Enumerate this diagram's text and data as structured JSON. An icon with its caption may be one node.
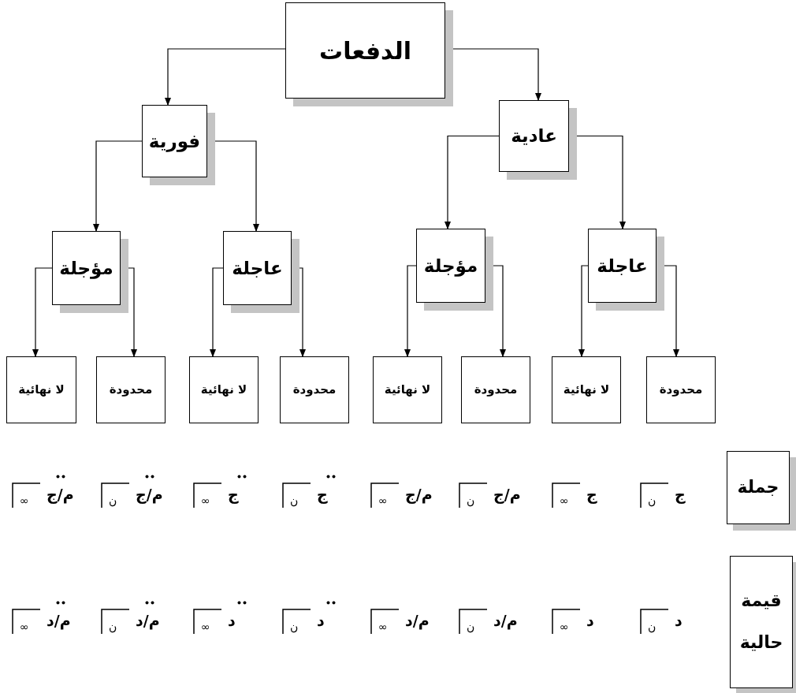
{
  "diagram": {
    "nodes": [
      {
        "text": [
          "الدفعات"
        ]
      },
      {
        "text": [
          "عادية"
        ]
      },
      {
        "text": [
          "فورية"
        ]
      },
      {
        "text": [
          "عاجلة"
        ]
      },
      {
        "text": [
          "مؤجلة"
        ]
      },
      {
        "text": [
          "عاجلة"
        ]
      },
      {
        "text": [
          "مؤجلة"
        ]
      },
      {
        "text": [
          "محدودة"
        ]
      },
      {
        "text": [
          "لا نهائية"
        ]
      },
      {
        "text": [
          "محدودة"
        ]
      },
      {
        "text": [
          "لا نهائية"
        ]
      },
      {
        "text": [
          "محدودة"
        ]
      },
      {
        "text": [
          "لا نهائية"
        ]
      },
      {
        "text": [
          "محدودة"
        ]
      },
      {
        "text": [
          "لا نهائية"
        ]
      },
      {
        "text": [
          "جملة"
        ]
      },
      {
        "text": [
          "قيمة حالية"
        ]
      }
    ],
    "edges": [
      {
        "from": 0,
        "to": 1,
        "arrow": "to"
      },
      {
        "from": 0,
        "to": 2,
        "arrow": "to"
      },
      {
        "from": 1,
        "to": 3,
        "arrow": "to"
      },
      {
        "from": 1,
        "to": 4,
        "arrow": "to"
      },
      {
        "from": 2,
        "to": 5,
        "arrow": "to"
      },
      {
        "from": 2,
        "to": 6,
        "arrow": "to"
      },
      {
        "from": 3,
        "to": 7,
        "arrow": "to"
      },
      {
        "from": 3,
        "to": 8,
        "arrow": "to"
      },
      {
        "from": 4,
        "to": 9,
        "arrow": "to"
      },
      {
        "from": 4,
        "to": 10,
        "arrow": "to"
      },
      {
        "from": 5,
        "to": 11,
        "arrow": "to"
      },
      {
        "from": 5,
        "to": 12,
        "arrow": "to"
      },
      {
        "from": 6,
        "to": 13,
        "arrow": "to"
      },
      {
        "from": 6,
        "to": 14,
        "arrow": "to"
      }
    ],
    "labels": [
      "ج",
      "ن",
      "ج",
      "∞",
      "م/ج",
      "ن",
      "م/ج",
      "∞",
      "ج",
      "ن",
      "ج",
      "∞",
      "م/ج",
      "ن",
      "م/ج",
      "∞",
      "د",
      "ن",
      "د",
      "∞",
      "م/د",
      "ن",
      "م/د",
      "∞",
      "د",
      "ن",
      "د",
      "∞",
      "م/د",
      "ن",
      "م/د",
      "∞"
    ]
  }
}
